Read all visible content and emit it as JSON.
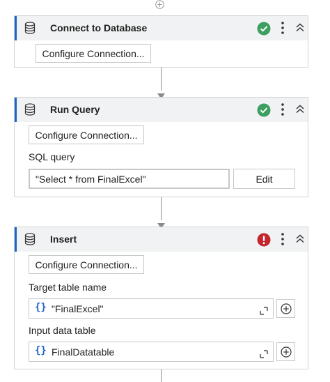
{
  "canvas": {
    "add_icon": "plus-circle-icon"
  },
  "cards": [
    {
      "title": "Connect to Database",
      "icon": "database-icon",
      "status": "success",
      "status_color": "#3c9e5f",
      "configure_label": "Configure Connection..."
    },
    {
      "title": "Run Query",
      "icon": "database-icon",
      "status": "success",
      "status_color": "#3c9e5f",
      "configure_label": "Configure Connection...",
      "sql_label": "SQL query",
      "sql_value": "\"Select * from FinalExcel\"",
      "edit_label": "Edit"
    },
    {
      "title": "Insert",
      "icon": "database-icon",
      "status": "error",
      "status_color": "#c4262e",
      "configure_label": "Configure Connection...",
      "target_label": "Target table name",
      "target_value": "\"FinalExcel\"",
      "input_label": "Input data table",
      "input_value": "FinalDatatable"
    }
  ],
  "colors": {
    "accent": "#1a63c8",
    "header_bg": "#f1f2f3",
    "border": "#d3d3d3"
  }
}
